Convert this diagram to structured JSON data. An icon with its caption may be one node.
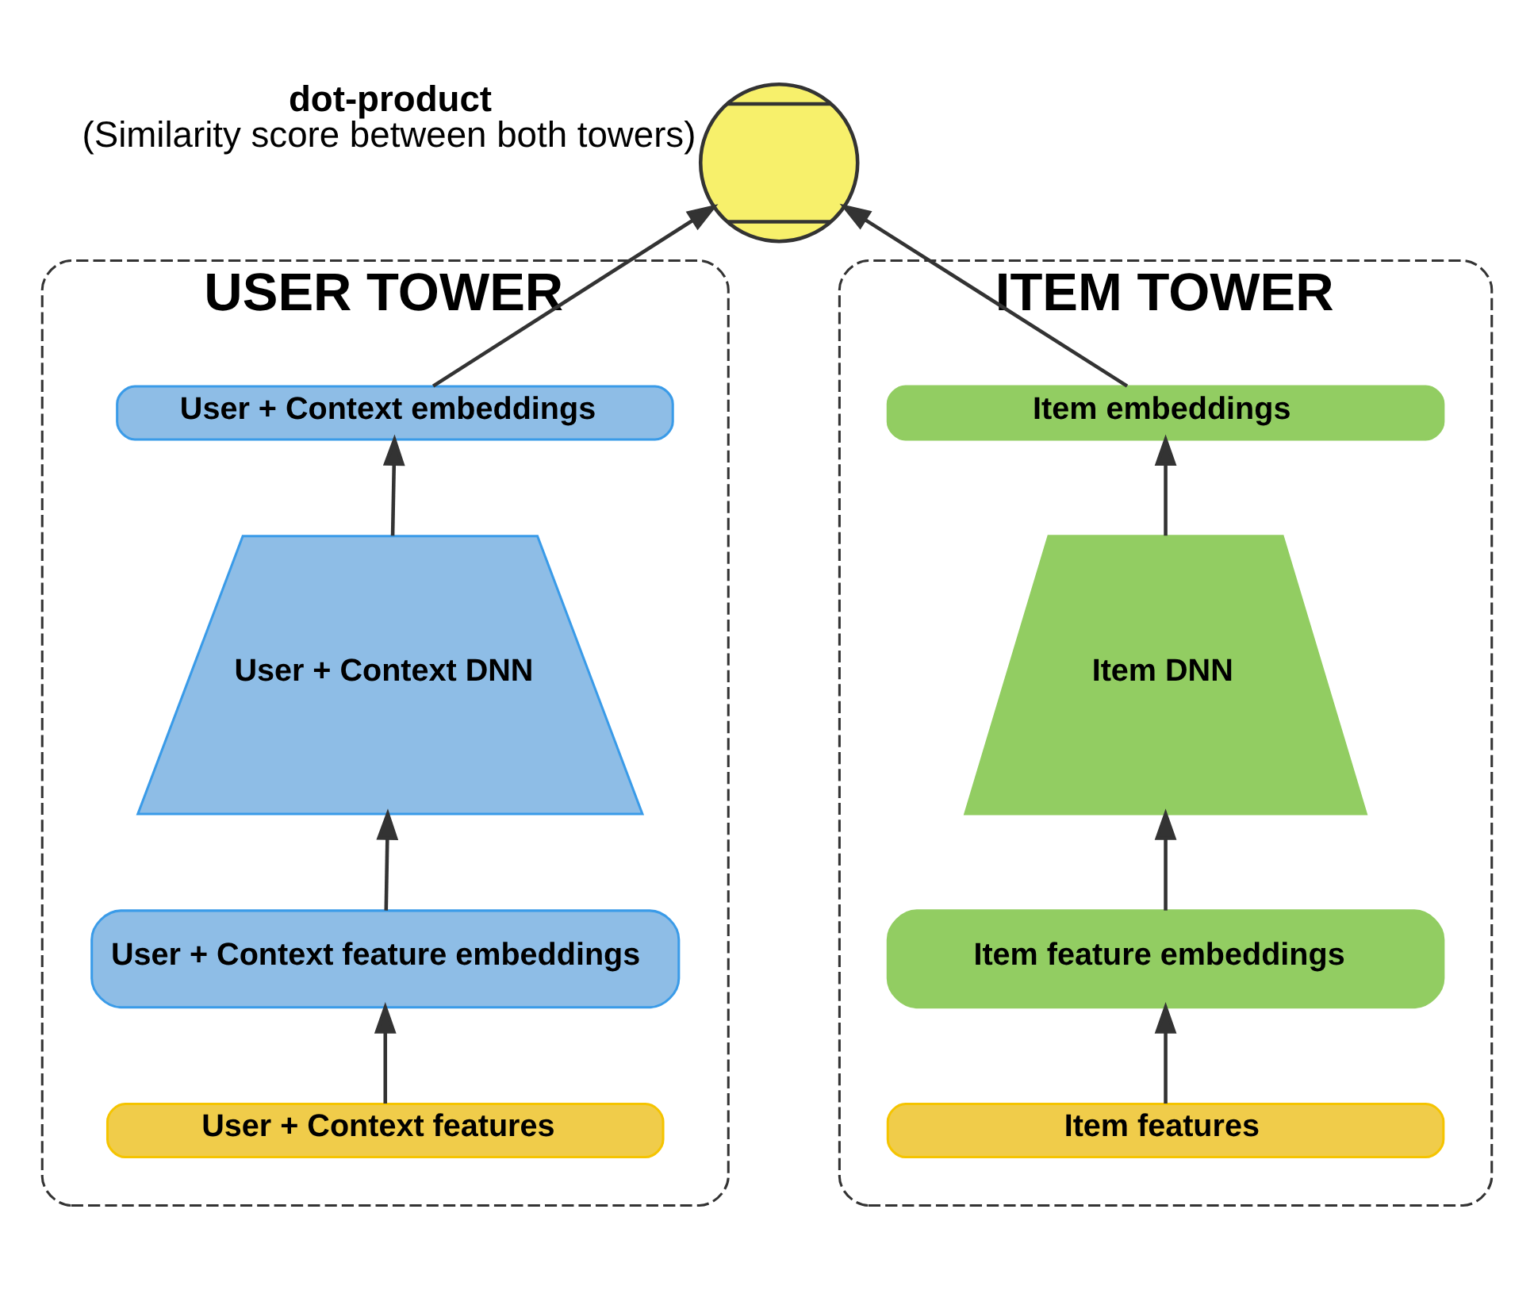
{
  "diagram": {
    "nodes": [
      {
        "text": [
          "dot-product",
          "(Similarity score between both towers)"
        ]
      },
      {
        "text": [
          "USER TOWER"
        ]
      },
      {
        "text": [
          "User + Context embeddings"
        ],
        "in": 1
      },
      {
        "text": [
          "User + Context DNN"
        ],
        "in": 1
      },
      {
        "text": [
          "User + Context feature embeddings"
        ],
        "in": 1
      },
      {
        "text": [
          "User + Context features"
        ],
        "in": 1
      },
      {
        "text": [
          "ITEM TOWER"
        ]
      },
      {
        "text": [
          "Item embeddings"
        ],
        "in": 6
      },
      {
        "text": [
          "Item DNN"
        ],
        "in": 6
      },
      {
        "text": [
          "Item feature embeddings"
        ],
        "in": 6
      },
      {
        "text": [
          "Item features"
        ],
        "in": 6
      }
    ],
    "edges": [
      {
        "from": 2,
        "to": 0,
        "arrow": "to"
      },
      {
        "from": 7,
        "to": 0,
        "arrow": "to"
      },
      {
        "from": 3,
        "to": 2,
        "arrow": "to"
      },
      {
        "from": 4,
        "to": 3,
        "arrow": "to"
      },
      {
        "from": 5,
        "to": 4,
        "arrow": "to"
      },
      {
        "from": 8,
        "to": 7,
        "arrow": "to"
      },
      {
        "from": 9,
        "to": 8,
        "arrow": "to"
      },
      {
        "from": 10,
        "to": 9,
        "arrow": "to"
      }
    ]
  }
}
